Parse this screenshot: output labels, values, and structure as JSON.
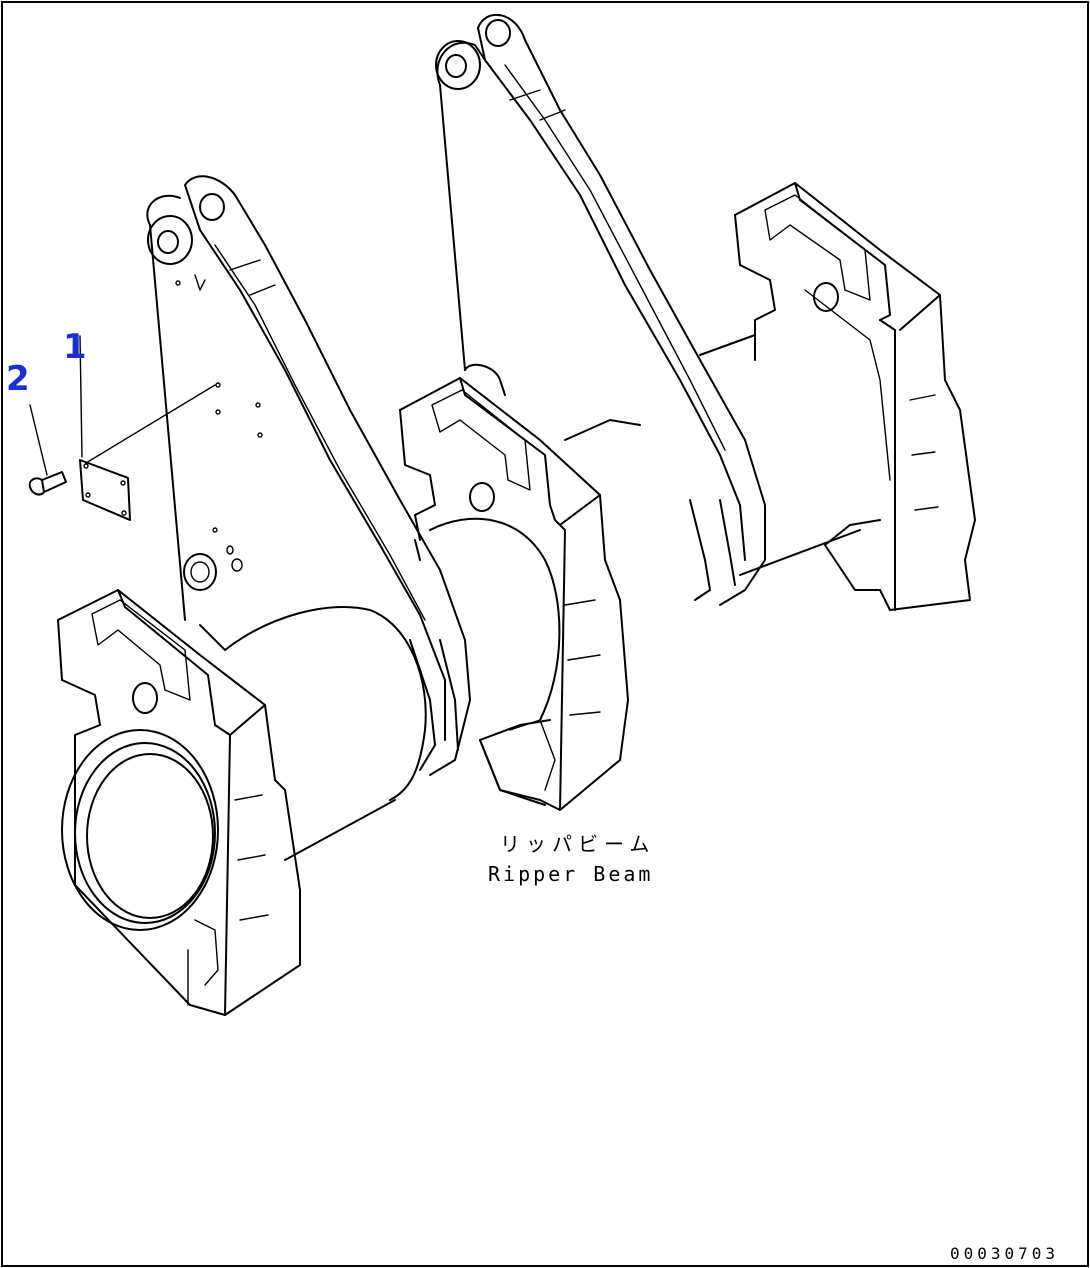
{
  "callouts": [
    {
      "number": "1"
    },
    {
      "number": "2"
    }
  ],
  "part_label_jp": "リッパビーム",
  "part_label_en": "Ripper Beam",
  "drawing_number": "00030703",
  "colors": {
    "callout": "#1a2fd0",
    "line": "#000000",
    "background": "#ffffff"
  }
}
